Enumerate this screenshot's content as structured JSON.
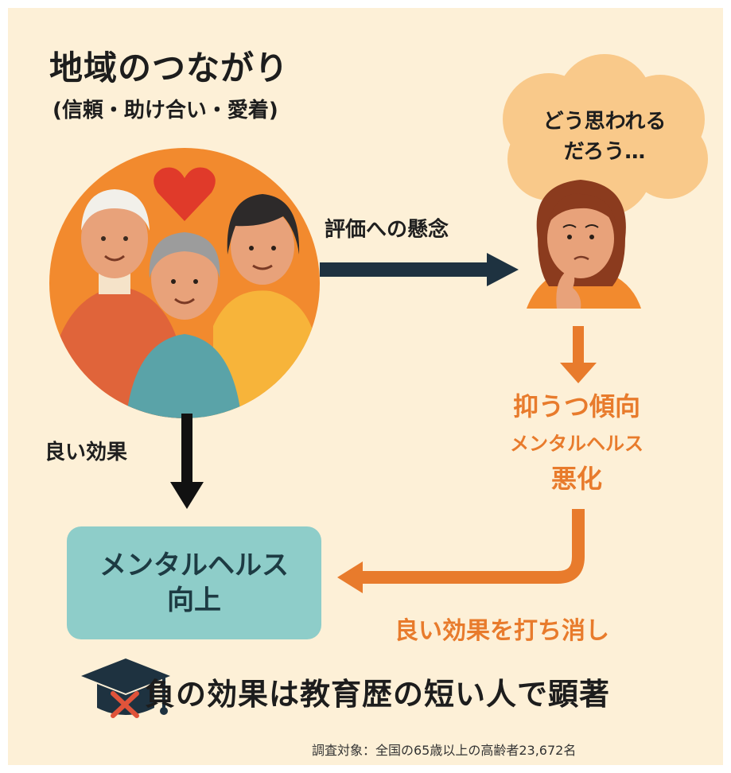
{
  "title": "地域のつながり",
  "subtitle": "(信頼・助け合い・愛着)",
  "arrows": {
    "concern_label": "評価への懸念",
    "good_effect_label": "良い効果",
    "cancel_label": "良い効果を打ち消し"
  },
  "thought_bubble": {
    "line1": "どう思われる",
    "line2": "だろう…"
  },
  "negative_effect": {
    "line1": "抑うつ傾向",
    "line2": "メンタルヘルス",
    "line3": "悪化"
  },
  "result_box": {
    "line1": "メンタルヘルス",
    "line2": "向上"
  },
  "conclusion": "負の効果は教育歴の短い人で顕著",
  "footnote": "調査対象：全国の65歳以上の高齢者23,672名",
  "icons": {
    "community": "community-people-icon",
    "heart": "heart-icon",
    "worried_person": "worried-person-icon",
    "graduation_cap": "graduation-cap-x-icon"
  },
  "colors": {
    "background": "#fdf0d7",
    "dark_arrow": "#1e3240",
    "orange_accent": "#e87b2c",
    "result_box": "#8ecdc9",
    "thought_bubble": "#f9c98a"
  }
}
